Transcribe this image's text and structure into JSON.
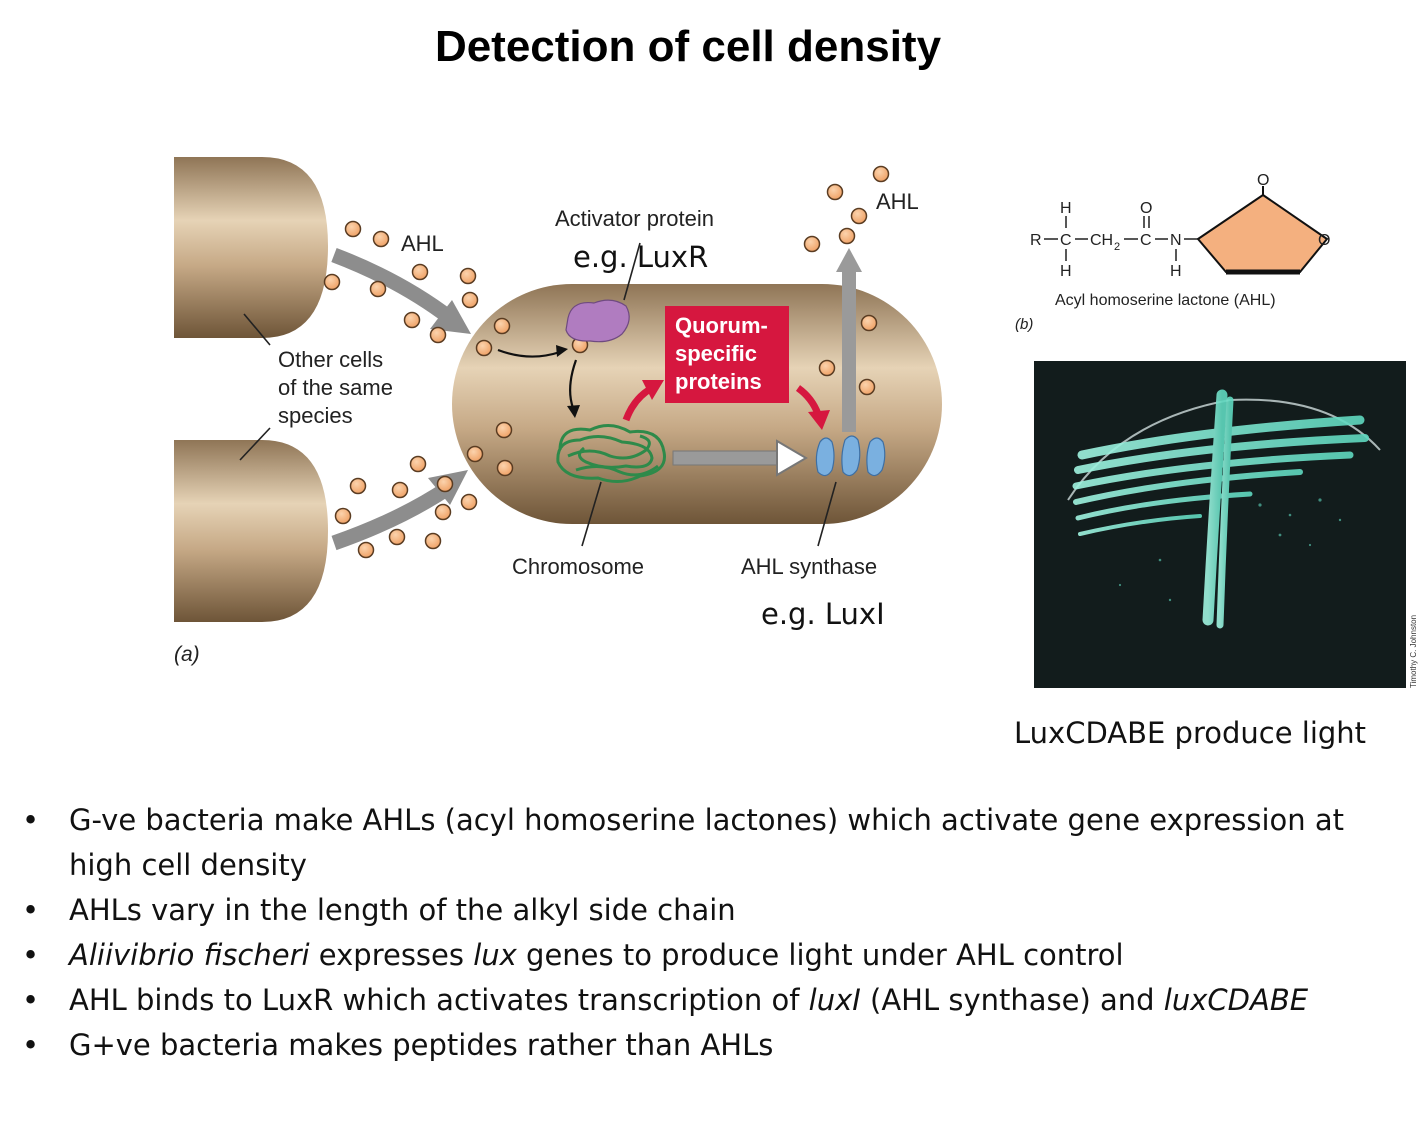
{
  "title": "Detection of cell density",
  "diagram": {
    "panel_a_label": "(a)",
    "ahl_label_left": "AHL",
    "ahl_label_top": "AHL",
    "other_cells_lines": [
      "Other cells",
      "of the same",
      "species"
    ],
    "activator_label": "Activator protein",
    "activator_example": "e.g. LuxR",
    "quorum_lines": [
      "Quorum-",
      "specific",
      "proteins"
    ],
    "chromosome_label": "Chromosome",
    "synthase_label": "AHL synthase",
    "synthase_example": "e.g. LuxI",
    "colors": {
      "cell": "#c2a682",
      "ahl_dot": "#f2b27a",
      "activator": "#b07cc0",
      "quorum_box": "#d6173f",
      "synthase": "#7ab0e0",
      "chromosome": "#2e8a4a"
    }
  },
  "structure": {
    "panel_b_label": "(b)",
    "caption": "Acyl homoserine lactone (AHL)",
    "atoms": {
      "r": "R",
      "c": "C",
      "h": "H",
      "ch2": "CH",
      "sub2": "2",
      "o": "O",
      "n": "N"
    }
  },
  "photo": {
    "credit": "Timothy C. Johnston",
    "caption": "LuxCDABE produce light"
  },
  "bullets": [
    {
      "parts": [
        {
          "text": "G-ve bacteria make AHLs (acyl homoserine lactones) which activate gene expression at high cell density",
          "italic": false
        }
      ]
    },
    {
      "parts": [
        {
          "text": "AHLs vary in the length of the alkyl side chain",
          "italic": false
        }
      ]
    },
    {
      "parts": [
        {
          "text": "Aliivibrio fischeri",
          "italic": true
        },
        {
          "text": " expresses ",
          "italic": false
        },
        {
          "text": "lux",
          "italic": true
        },
        {
          "text": " genes to produce light under AHL control",
          "italic": false
        }
      ]
    },
    {
      "parts": [
        {
          "text": "AHL binds to LuxR which activates transcription of ",
          "italic": false
        },
        {
          "text": "luxI",
          "italic": true
        },
        {
          "text": " (AHL synthase) and  ",
          "italic": false
        },
        {
          "text": "luxCDABE",
          "italic": true
        }
      ]
    },
    {
      "parts": [
        {
          "text": "G+ve bacteria makes peptides rather than AHLs",
          "italic": false
        }
      ]
    }
  ]
}
